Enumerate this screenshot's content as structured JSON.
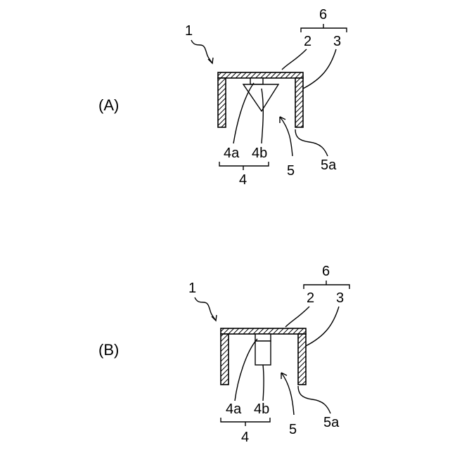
{
  "panels": [
    {
      "id": "A",
      "panel_label": "(A)",
      "labels": {
        "device": "1",
        "top_plate": "2",
        "side_wall": "3",
        "part_a": "4a",
        "part_b": "4b",
        "group_4": "4",
        "opening": "5",
        "wall_end": "5a",
        "group_6": "6"
      },
      "part_b_shape": "triangle"
    },
    {
      "id": "B",
      "panel_label": "(B)",
      "labels": {
        "device": "1",
        "top_plate": "2",
        "side_wall": "3",
        "part_a": "4a",
        "part_b": "4b",
        "group_4": "4",
        "opening": "5",
        "wall_end": "5a",
        "group_6": "6"
      },
      "part_b_shape": "rectangle"
    }
  ]
}
